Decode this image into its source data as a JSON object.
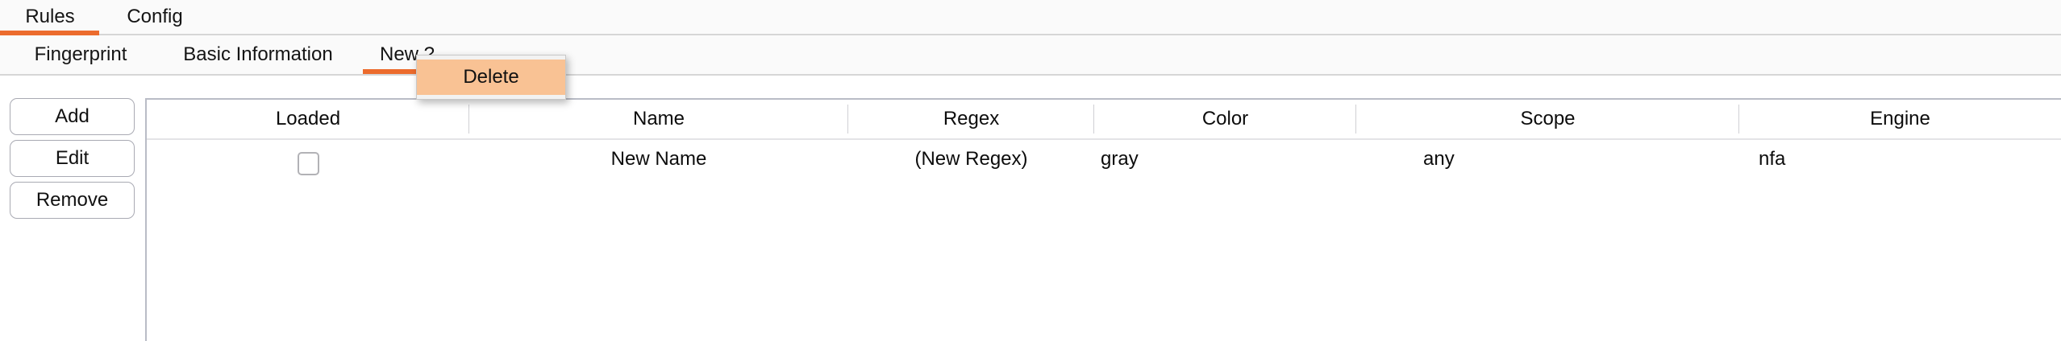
{
  "colors": {
    "accent": "#ec6b2d",
    "menu_highlight": "#f9c294",
    "tabbar_bg": "#fafafa",
    "border": "#b9bcc6"
  },
  "primary_tabs": {
    "items": [
      {
        "label": "Rules",
        "selected": true
      },
      {
        "label": "Config",
        "selected": false
      }
    ]
  },
  "secondary_tabs": {
    "items": [
      {
        "label": "Fingerprint",
        "selected": false
      },
      {
        "label": "Basic Information",
        "selected": false
      },
      {
        "label": "New ?",
        "selected": true
      }
    ]
  },
  "context_menu": {
    "items": [
      {
        "label": "Delete",
        "highlighted": true
      }
    ]
  },
  "side_buttons": {
    "items": [
      {
        "label": "Add"
      },
      {
        "label": "Edit"
      },
      {
        "label": "Remove"
      }
    ]
  },
  "table": {
    "columns": [
      "Loaded",
      "Name",
      "Regex",
      "Color",
      "Scope",
      "Engine"
    ],
    "rows": [
      {
        "loaded": false,
        "name": "New Name",
        "regex": "(New Regex)",
        "color": "gray",
        "scope": "any",
        "engine": "nfa"
      }
    ]
  }
}
